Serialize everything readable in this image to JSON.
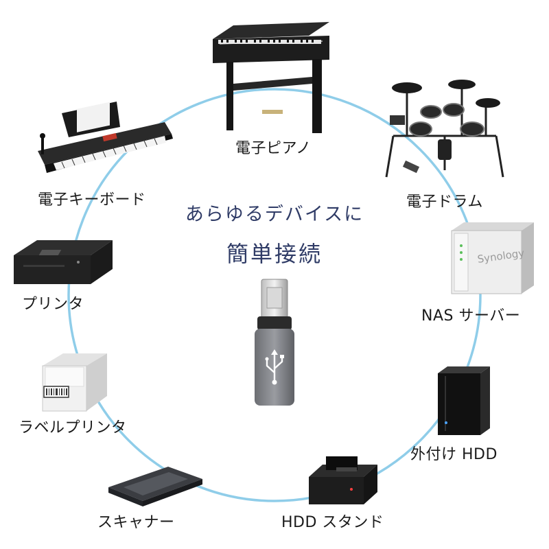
{
  "tagline": {
    "line1": "あらゆるデバイスに",
    "line2": "簡単接続"
  },
  "devices": [
    {
      "label": "電子ピアノ",
      "icon": "digital-piano-icon"
    },
    {
      "label": "電子ドラム",
      "icon": "electronic-drum-icon"
    },
    {
      "label": "NAS サーバー",
      "icon": "nas-server-icon"
    },
    {
      "label": "外付け HDD",
      "icon": "external-hdd-icon"
    },
    {
      "label": "HDD スタンド",
      "icon": "hdd-dock-icon"
    },
    {
      "label": "スキャナー",
      "icon": "scanner-icon"
    },
    {
      "label": "ラベルプリンタ",
      "icon": "label-printer-icon"
    },
    {
      "label": "プリンタ",
      "icon": "printer-icon"
    },
    {
      "label": "電子キーボード",
      "icon": "electronic-keyboard-icon"
    }
  ],
  "center": {
    "icon": "usb-b-adapter-icon"
  },
  "nas_brand": "Synology",
  "colors": {
    "ring": "#8fcde9",
    "tagline": "#2f3b66",
    "text": "#1a1a1a"
  }
}
